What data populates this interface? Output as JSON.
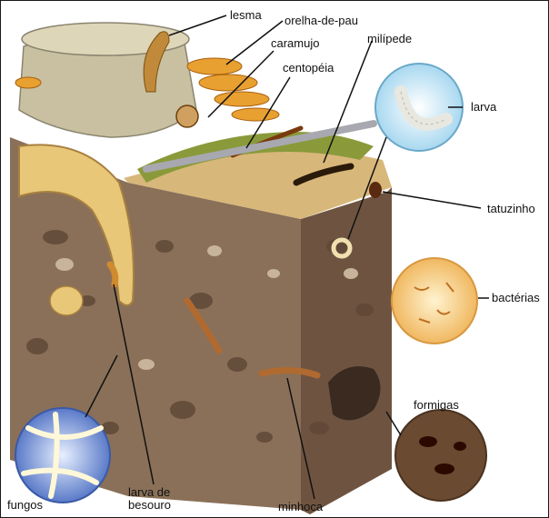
{
  "labels": {
    "lesma": "lesma",
    "orelha_de_pau": "orelha-de-pau",
    "caramujo": "caramujo",
    "milipede": "milípede",
    "centopeia": "centopéia",
    "larva": "larva",
    "tatuzinho": "tatuzinho",
    "bacterias": "bactérias",
    "formigas": "formigas",
    "minhoca": "minhoca",
    "larva_de_besouro_line1": "larva de",
    "larva_de_besouro_line2": "besouro",
    "fungos": "fungos"
  },
  "colors": {
    "soil_front": "#8a7058",
    "soil_side": "#7a5f48",
    "soil_top": "#d8b77a",
    "grass": "#8a9a3a",
    "stump_bark": "#c8c0a0",
    "stump_wood": "#e8c878",
    "fungus_orange": "#e8a030",
    "leader_line": "#111111"
  }
}
